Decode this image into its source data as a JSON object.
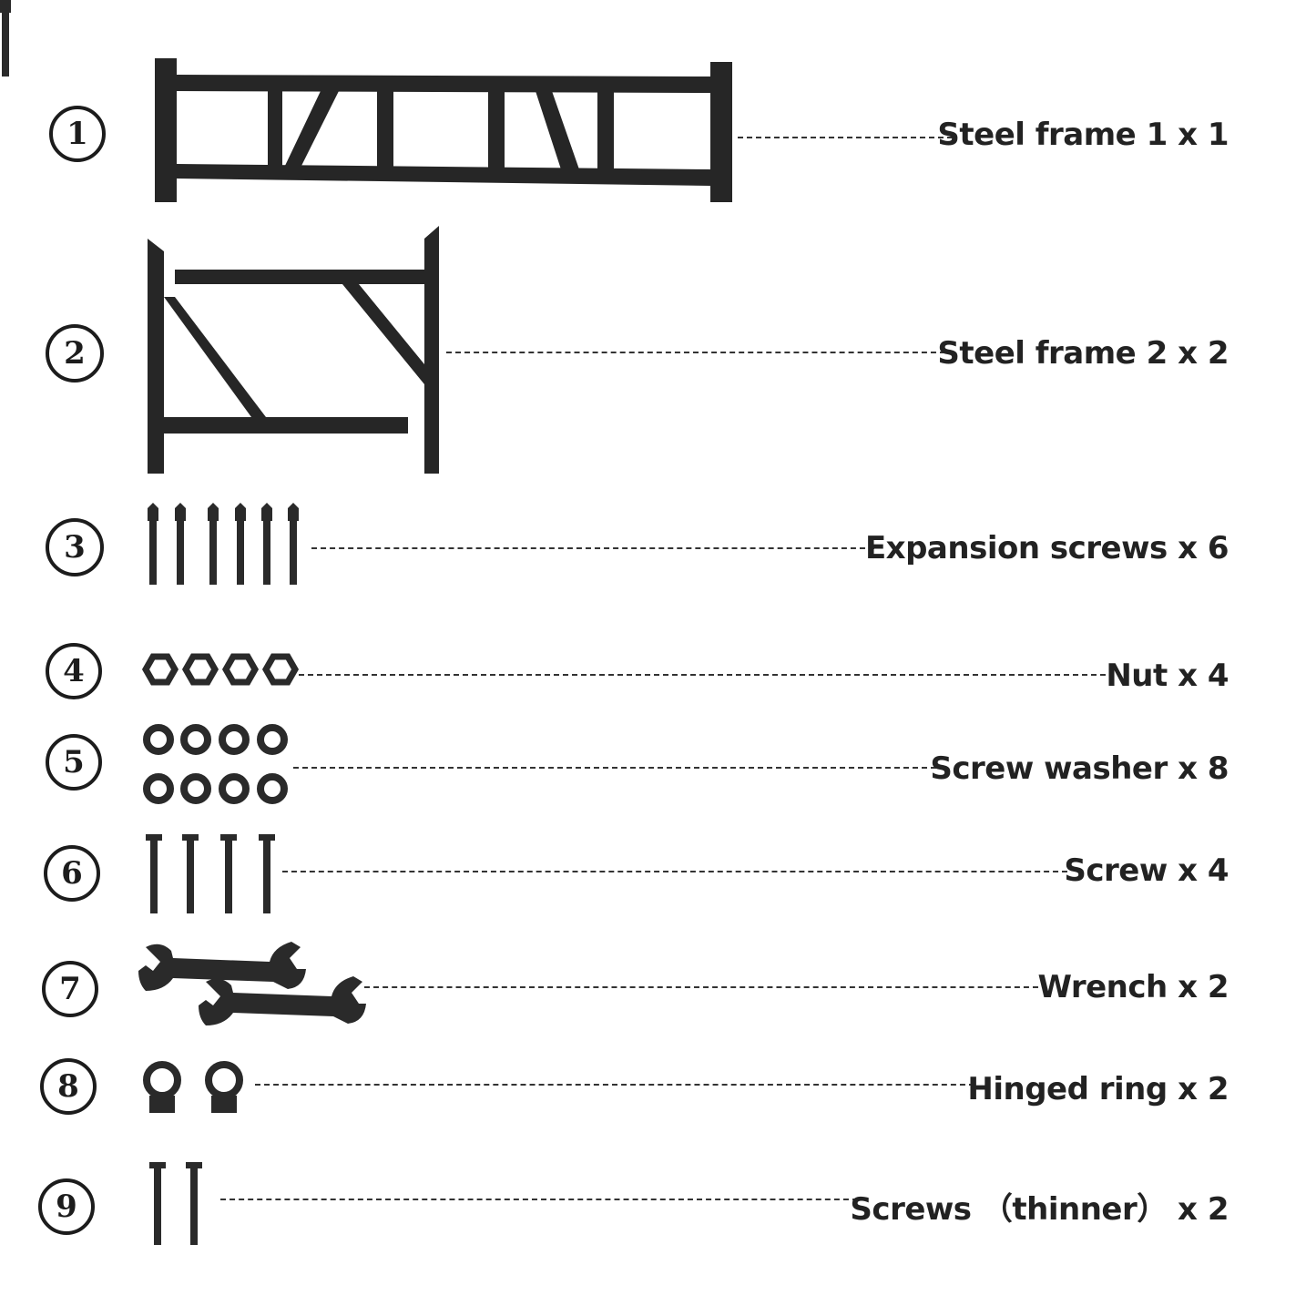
{
  "parts": [
    {
      "number": "1",
      "label": "Steel frame 1 x 1"
    },
    {
      "number": "2",
      "label": "Steel frame 2 x 2"
    },
    {
      "number": "3",
      "label": "Expansion screws x 6"
    },
    {
      "number": "4",
      "label": "Nut x 4"
    },
    {
      "number": "5",
      "label": "Screw washer x 8"
    },
    {
      "number": "6",
      "label": "Screw x 4"
    },
    {
      "number": "7",
      "label": "Wrench x 2"
    },
    {
      "number": "8",
      "label": "Hinged ring x 2"
    },
    {
      "number": "9",
      "label": "Screws （thinner） x 2"
    }
  ],
  "colors": {
    "ink": "#1c1c1c",
    "background": "#ffffff"
  }
}
